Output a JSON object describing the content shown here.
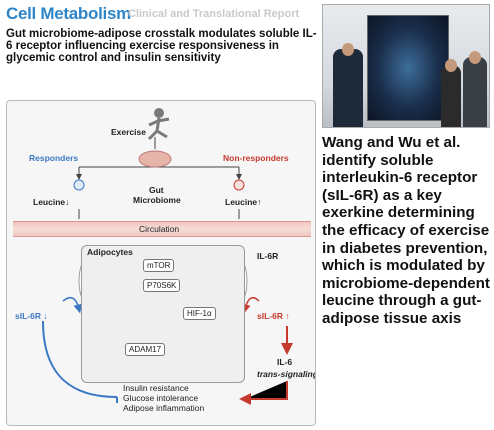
{
  "header": {
    "journal": "Cell Metabolism",
    "report_type": "Clinical and Translational Report",
    "title": "Gut microbiome-adipose crosstalk modulates soluble IL-6 receptor influencing exercise responsiveness in glycemic control and insulin sensitivity"
  },
  "figure": {
    "exercise": "Exercise",
    "responders": "Responders",
    "non_responders": "Non-responders",
    "gut_microbiome_line1": "Gut",
    "gut_microbiome_line2": "Microbiome",
    "leucine_left": "Leucine↓",
    "leucine_right": "Leucine↑",
    "circulation": "Circulation",
    "adipocytes": "Adipocytes",
    "mtor": "mTOR",
    "p70s6k": "P70S6K",
    "hif": "HIF-1α",
    "adam17": "ADAM17",
    "il6r": "IL-6R",
    "sil6r_left": "sIL-6R ↓",
    "sil6r_right": "sIL-6R ↑",
    "il6": "IL-6",
    "trans_signaling": "trans-signaling",
    "outcome_1": "Insulin resistance",
    "outcome_2": "Glucose intolerance",
    "outcome_3": "Adipose inflammation",
    "colors": {
      "responder": "#3b78c4",
      "non_responder": "#c63a2e"
    }
  },
  "caption": "Wang and Wu et al. identify soluble interleukin-6 receptor (sIL-6R) as a key exerkine determining the efficacy of exercise in diabetes prevention, which is modulated by microbiome-dependent leucine through a gut-adipose tissue axis"
}
